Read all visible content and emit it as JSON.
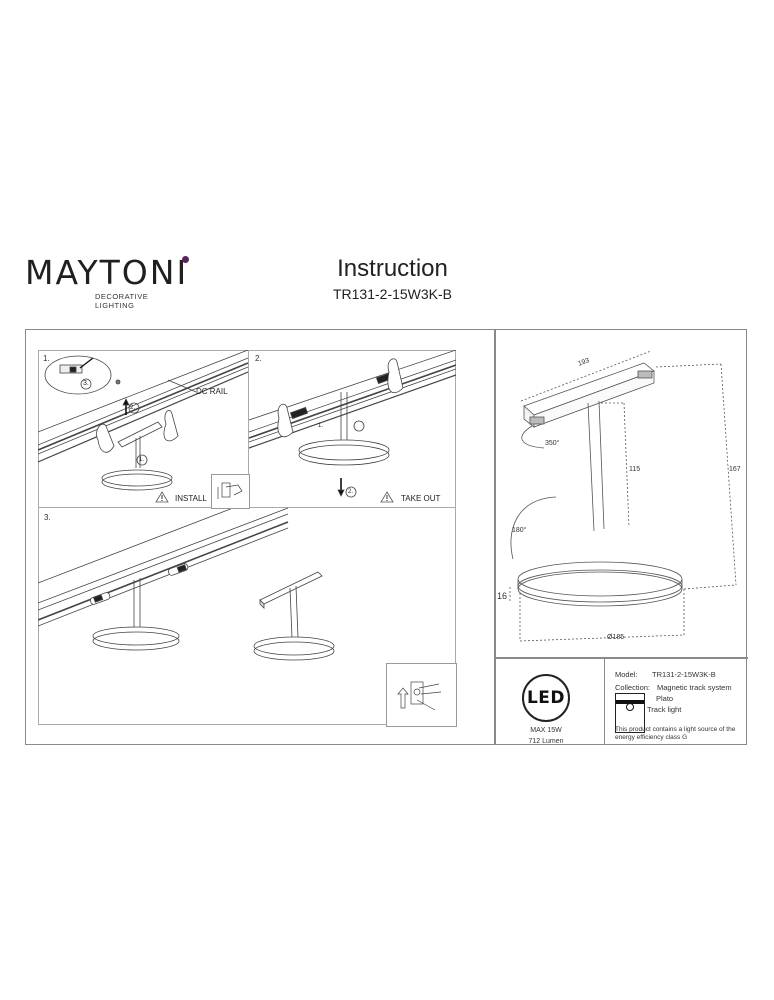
{
  "header": {
    "brand": "MAYTONI",
    "brand_tagline": "DECORATIVE LIGHTING",
    "brand_accent_color": "#5a2260",
    "doc_title": "Instruction",
    "model_code": "TR131-2-15W3K-B"
  },
  "steps": [
    {
      "number": "1.",
      "callouts": [
        "3.",
        "2.",
        "1."
      ],
      "rail_label": "DC RAIL",
      "warning_label": "INSTALL",
      "icons": [
        "warning-triangle-icon",
        "power-off-icon"
      ]
    },
    {
      "number": "2.",
      "callouts": [
        "1.",
        "2."
      ],
      "warning_label": "TAKE OUT",
      "icons": [
        "warning-triangle-icon",
        "arrow-down-icon"
      ]
    },
    {
      "number": "3.",
      "icons": [
        "power-on-icon"
      ]
    }
  ],
  "dimensions": {
    "connector_length": "193",
    "rotation_connector": "350°",
    "rotation_head": "180°",
    "stem_height": "115",
    "total_height": "167",
    "disc_height": "16",
    "diameter": "Ø185"
  },
  "specs": {
    "led_badge": "LED",
    "max_power": "MAX 15W",
    "lumen": "712 Lumen"
  },
  "product_info": {
    "model_label": "Model:",
    "model_value": "TR131-2-15W3K-B",
    "collection_label": "Collection:",
    "collection_value": "Magnetic track system",
    "series": "Plato",
    "type": "Track light",
    "energy_note": "This product contains a light source of the energy efficiency class G"
  }
}
